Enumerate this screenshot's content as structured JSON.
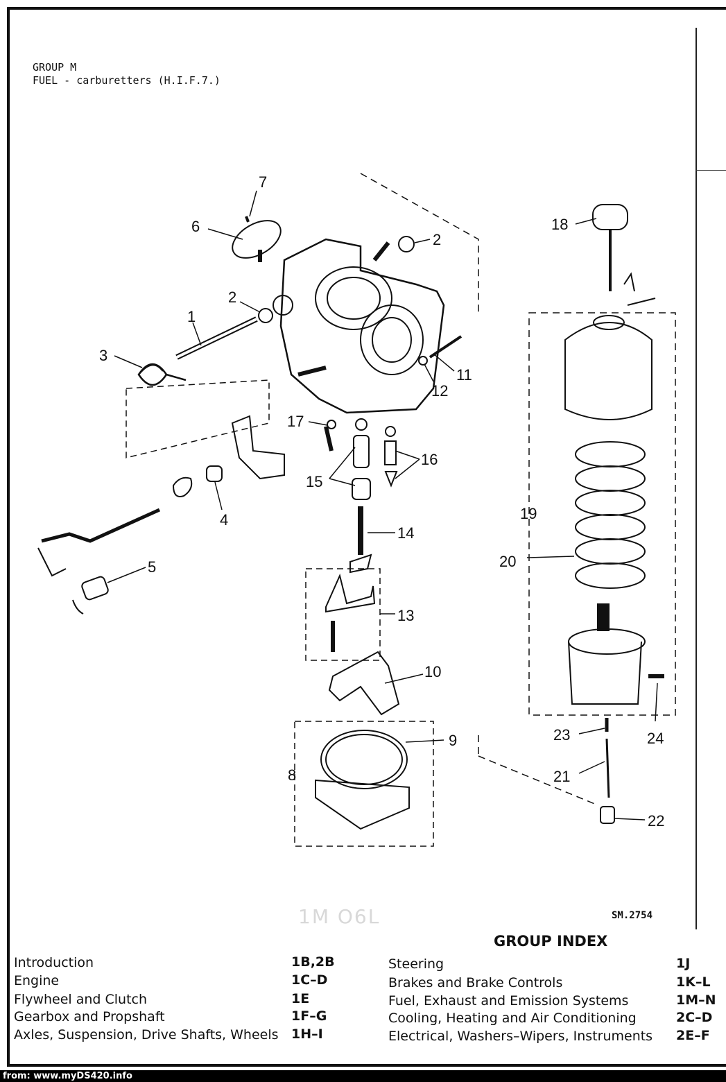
{
  "header": {
    "line1": "GROUP M",
    "line2": "FUEL - carburetters (H.I.F.7.)"
  },
  "figure_ref": "SM.2754",
  "faint_stamp": "1M O6L",
  "callouts": [
    "1",
    "2",
    "2",
    "3",
    "4",
    "5",
    "6",
    "7",
    "8",
    "9",
    "10",
    "11",
    "12",
    "13",
    "14",
    "15",
    "16",
    "17",
    "18",
    "19",
    "20",
    "21",
    "22",
    "23",
    "24"
  ],
  "group_index": {
    "title": "GROUP INDEX",
    "left": [
      {
        "label": "Introduction",
        "code": "1B,2B"
      },
      {
        "label": "Engine",
        "code": "1C–D"
      },
      {
        "label": "Flywheel and Clutch",
        "code": "1E"
      },
      {
        "label": "Gearbox and Propshaft",
        "code": "1F–G"
      },
      {
        "label": "Axles, Suspension, Drive Shafts, Wheels",
        "code": "1H–I"
      }
    ],
    "right": [
      {
        "label": "Steering",
        "code": "1J"
      },
      {
        "label": "Brakes and Brake Controls",
        "code": "1K–L"
      },
      {
        "label": "Fuel, Exhaust and Emission Systems",
        "code": "1M–N"
      },
      {
        "label": "Cooling, Heating and Air Conditioning",
        "code": "2C–D"
      },
      {
        "label": "Electrical, Washers–Wipers, Instruments",
        "code": "2E–F"
      }
    ]
  },
  "footer": {
    "text": "from: www.myDS420.info"
  }
}
